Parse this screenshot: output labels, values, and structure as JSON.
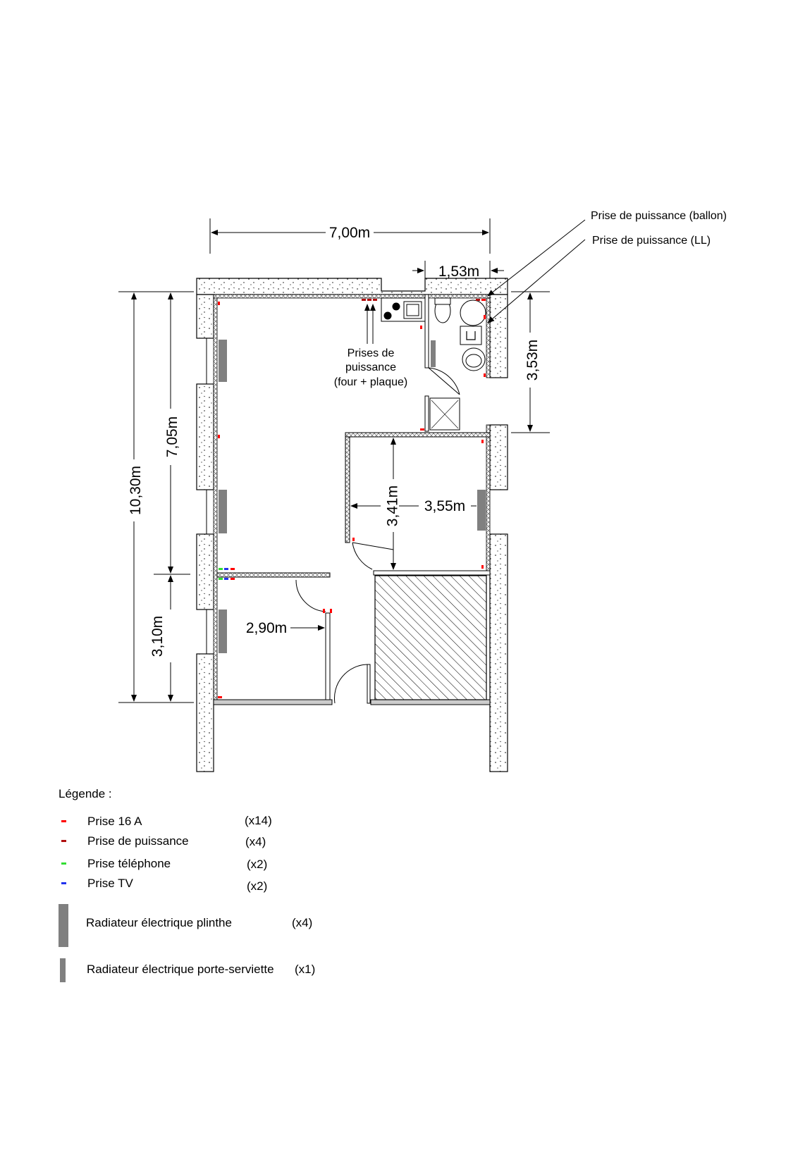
{
  "plan": {
    "dimensions": {
      "width_total": "7,00m",
      "width_bath": "1,53m",
      "height_total": "10,30m",
      "height_upper": "7,05m",
      "height_lower": "3,10m",
      "height_bath": "3,53m",
      "room_right_height": "3,41m",
      "room_right_width": "3,55m",
      "room_left_width": "2,90m"
    },
    "annotations": {
      "ballon": "Prise de puissance (ballon)",
      "ll": "Prise de puissance (LL)",
      "kitchen_line1": "Prises de",
      "kitchen_line2": "puissance",
      "kitchen_line3": "(four + plaque)"
    }
  },
  "legend": {
    "title": "Légende :",
    "items": [
      {
        "label": "Prise 16 A",
        "count": "(x14)",
        "color": "#ff0000"
      },
      {
        "label": "Prise de puissance",
        "count": "(x4)",
        "color": "#b01010"
      },
      {
        "label": "Prise téléphone",
        "count": "(x2)",
        "color": "#33dd33"
      },
      {
        "label": "Prise TV",
        "count": "(x2)",
        "color": "#2233ee"
      },
      {
        "label": "Radiateur électrique plinthe",
        "count": "(x4)",
        "color": "#808080"
      },
      {
        "label": "Radiateur électrique porte-serviette",
        "count": "(x1)",
        "color": "#808080"
      }
    ]
  }
}
